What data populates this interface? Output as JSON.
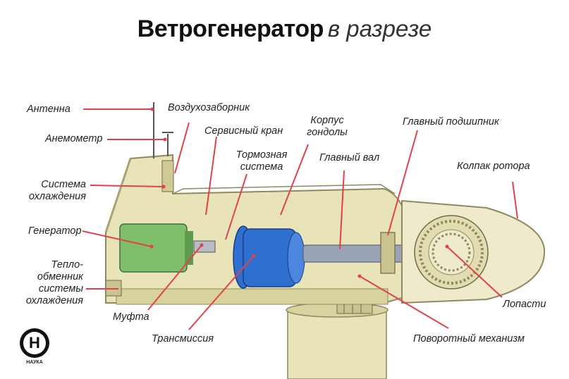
{
  "title": {
    "main": "Ветрогенератор",
    "sub": "в разрезе"
  },
  "labels": {
    "antenna": "Антенна",
    "anemometer": "Анемометр",
    "cooling": "Система\nохлаждения",
    "generator": "Генератор",
    "heat_exchanger": "Тепло-\nобменник\nсистемы\nохлаждения",
    "coupling": "Муфта",
    "air_intake": "Воздухозаборник",
    "service_crane": "Сервисный кран",
    "brake": "Тормозная\nсистема",
    "nacelle": "Корпус\nгондолы",
    "main_shaft": "Главный вал",
    "main_bearing": "Главный подшипник",
    "rotor_cap": "Колпак ротора",
    "blades": "Лопасти",
    "transmission": "Трансмиссия",
    "yaw": "Поворотный механизм"
  },
  "logo": {
    "letter": "Н",
    "text": "НАУКА"
  },
  "colors": {
    "leader": "#e0424a",
    "housing": "#e8e4b8",
    "housing_dark": "#c9c48f",
    "generator": "#7fbf6a",
    "gearbox": "#2f6fd0",
    "shaft": "#9aa3b5"
  }
}
